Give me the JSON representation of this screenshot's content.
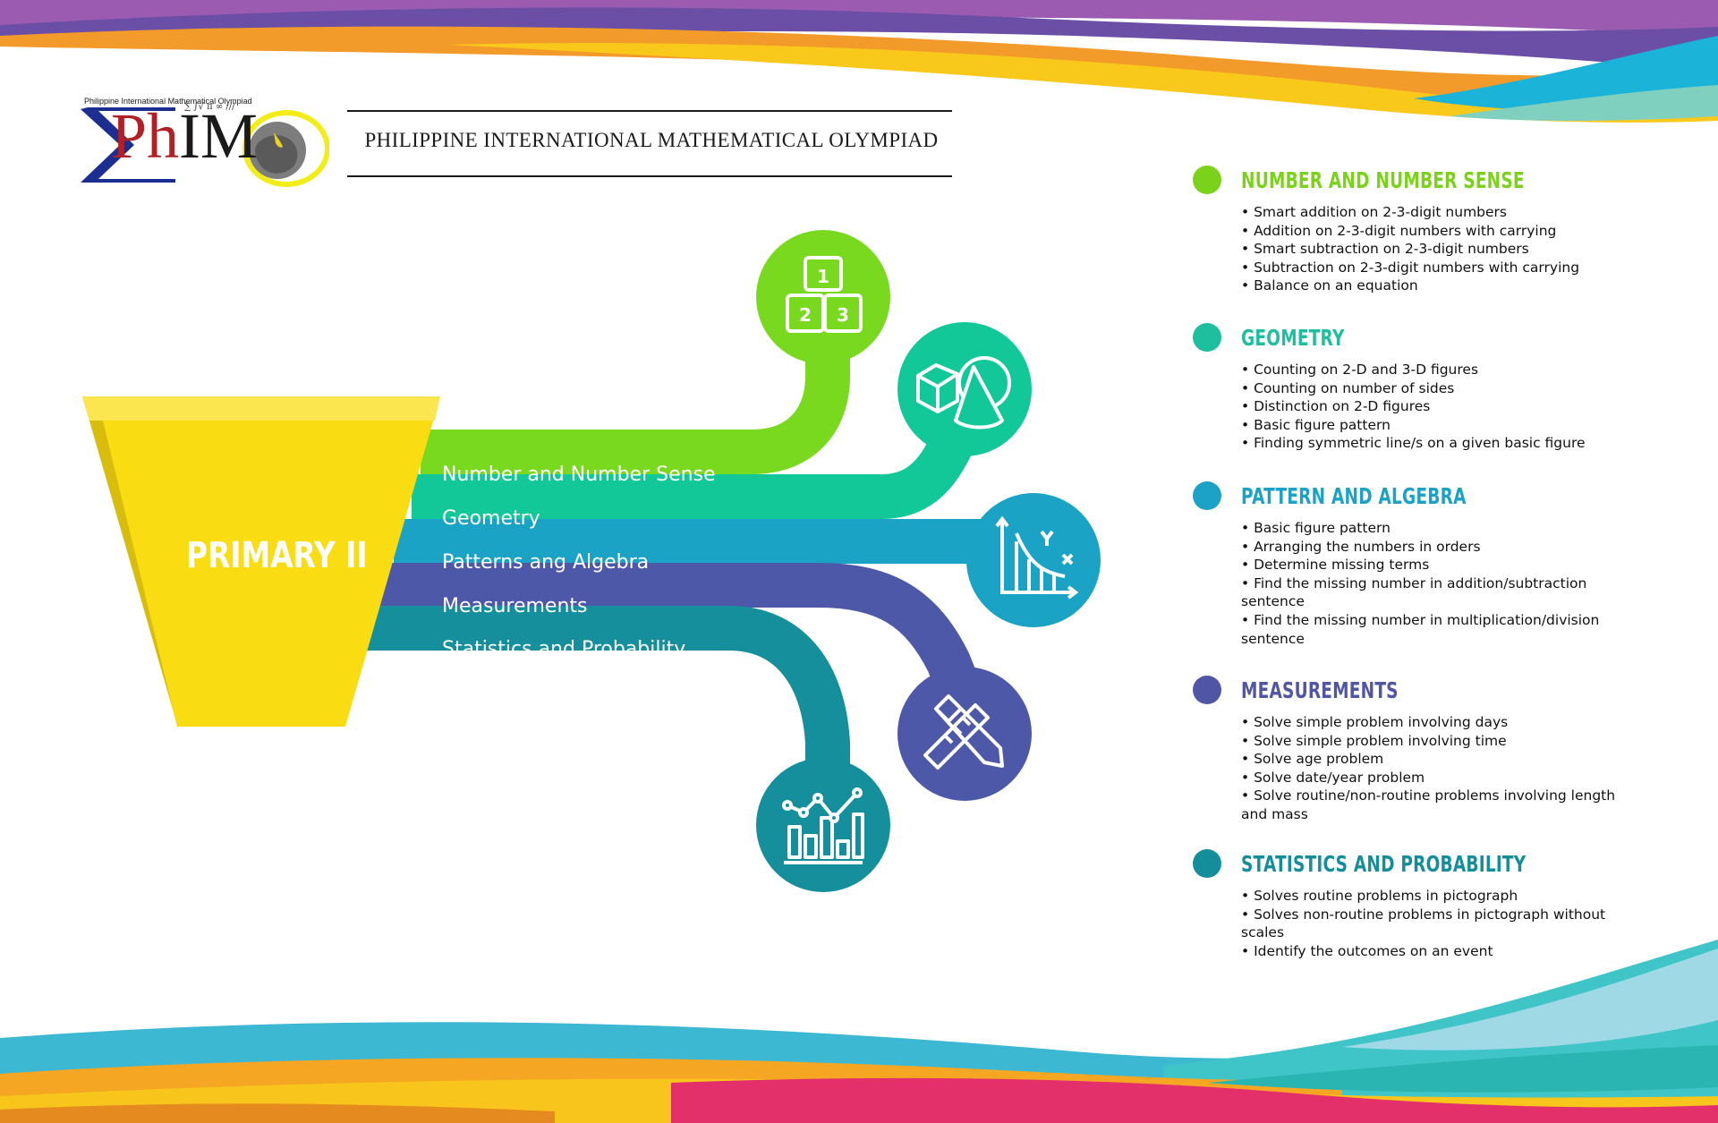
{
  "header": {
    "logo_small_text": "Philippine International Mathematical Olympiad",
    "logo_ph": "Ph",
    "logo_im": "IM",
    "title": "PHILIPPINE INTERNATIONAL MATHEMATICAL OLYMPIAD"
  },
  "level": "PRIMARY II",
  "bands": [
    {
      "label": "Number and Number Sense",
      "color": "#79d91e",
      "icon": "number-blocks-icon"
    },
    {
      "label": "Geometry",
      "color": "#12c898",
      "icon": "cube-cone-icon"
    },
    {
      "label": "Patterns ang Algebra",
      "color": "#1aa3c4",
      "icon": "graph-axes-icon"
    },
    {
      "label": "Measurements",
      "color": "#4e58a8",
      "icon": "ruler-pencil-icon"
    },
    {
      "label": "Statistics and Probability",
      "color": "#158f9c",
      "icon": "bar-line-chart-icon"
    }
  ],
  "topics": [
    {
      "heading": "NUMBER AND NUMBER SENSE",
      "color": "#7ad21b",
      "items": [
        "• Smart addition on 2-3-digit numbers",
        "• Addition on 2-3-digit numbers with carrying",
        "• Smart subtraction on 2-3-digit numbers",
        "• Subtraction on 2-3-digit numbers with carrying",
        "• Balance on an equation"
      ]
    },
    {
      "heading": "GEOMETRY",
      "color": "#1ebf9e",
      "items": [
        "• Counting on 2-D and 3-D figures",
        "• Counting on number of sides",
        "• Distinction on 2-D figures",
        "• Basic figure pattern",
        "• Finding symmetric line/s on a given basic figure"
      ]
    },
    {
      "heading": "PATTERN AND ALGEBRA",
      "color": "#1ba2c6",
      "items": [
        "• Basic figure pattern",
        "• Arranging the numbers in orders",
        "• Determine missing terms",
        "• Find the missing number in addition/subtraction sentence",
        "• Find the missing number in multiplication/division sentence"
      ]
    },
    {
      "heading": "MEASUREMENTS",
      "color": "#5155a5",
      "items": [
        "• Solve simple problem involving days",
        "• Solve simple problem involving time",
        "• Solve age problem",
        "• Solve date/year problem",
        "• Solve routine/non-routine problems involving length and mass"
      ]
    },
    {
      "heading": "STATISTICS AND PROBABILITY",
      "color": "#148e9a",
      "items": [
        "• Solves routine problems in pictograph",
        "• Solves non-routine problems in pictograph without scales",
        "• Identify the outcomes on an event"
      ]
    }
  ],
  "funnel_colors": {
    "front": "#f9dd12",
    "side": "#d9bd0e",
    "top": "#fbe650"
  }
}
